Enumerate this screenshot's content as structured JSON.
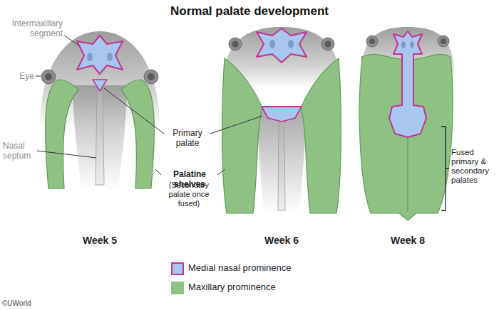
{
  "diagram": {
    "title": "Normal palate development",
    "labels": [
      "Intermaxillary segment",
      "Eye",
      "Nasal septum",
      "Primary palate",
      "Palatine shelves",
      "(Secondary palate once fused)",
      "Week 5",
      "Week 6",
      "Week 8",
      "Fused primary & secondary palates",
      "©UWorld"
    ],
    "legend": [
      {
        "text": "Medial nasal prominence",
        "color": "#a9c6ee"
      },
      {
        "text": "Maxillary prominence",
        "color": "#8fc185"
      }
    ]
  }
}
